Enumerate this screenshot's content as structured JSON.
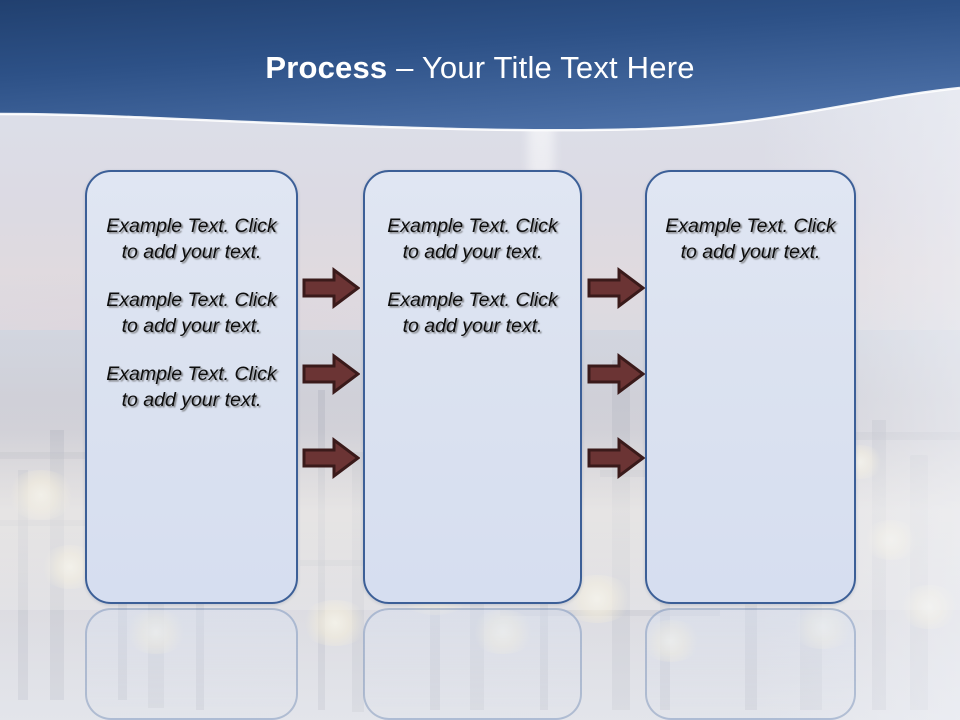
{
  "slide": {
    "title": {
      "strong": "Process",
      "rest": " – Your Title Text Here"
    },
    "theme": {
      "banner_top": "#2c4f85",
      "banner_bottom": "#4a6fa5",
      "box_border": "#3c5f97",
      "box_fill": "#dce3f0",
      "arrow_fill": "#6b3434",
      "arrow_stroke": "#3a1a1a",
      "title_color": "#ffffff",
      "body_text_color": "#0d0d0d"
    },
    "placeholder_text": "Example Text. Click  to add your text.",
    "boxes": [
      {
        "name": "process-box-1",
        "paragraphs": [
          "Example Text. Click  to add your text.",
          "Example Text. Click  to add your text.",
          "Example Text. Click  to add your text."
        ]
      },
      {
        "name": "process-box-2",
        "paragraphs": [
          "Example Text. Click  to add your text.",
          "Example Text. Click  to add your text."
        ]
      },
      {
        "name": "process-box-3",
        "paragraphs": [
          "Example Text. Click  to add your text."
        ]
      }
    ],
    "connectors": {
      "group_1_label": "arrow-group-1",
      "group_2_label": "arrow-group-2",
      "icon": "right-arrow-icon",
      "count_per_group": 3
    }
  }
}
